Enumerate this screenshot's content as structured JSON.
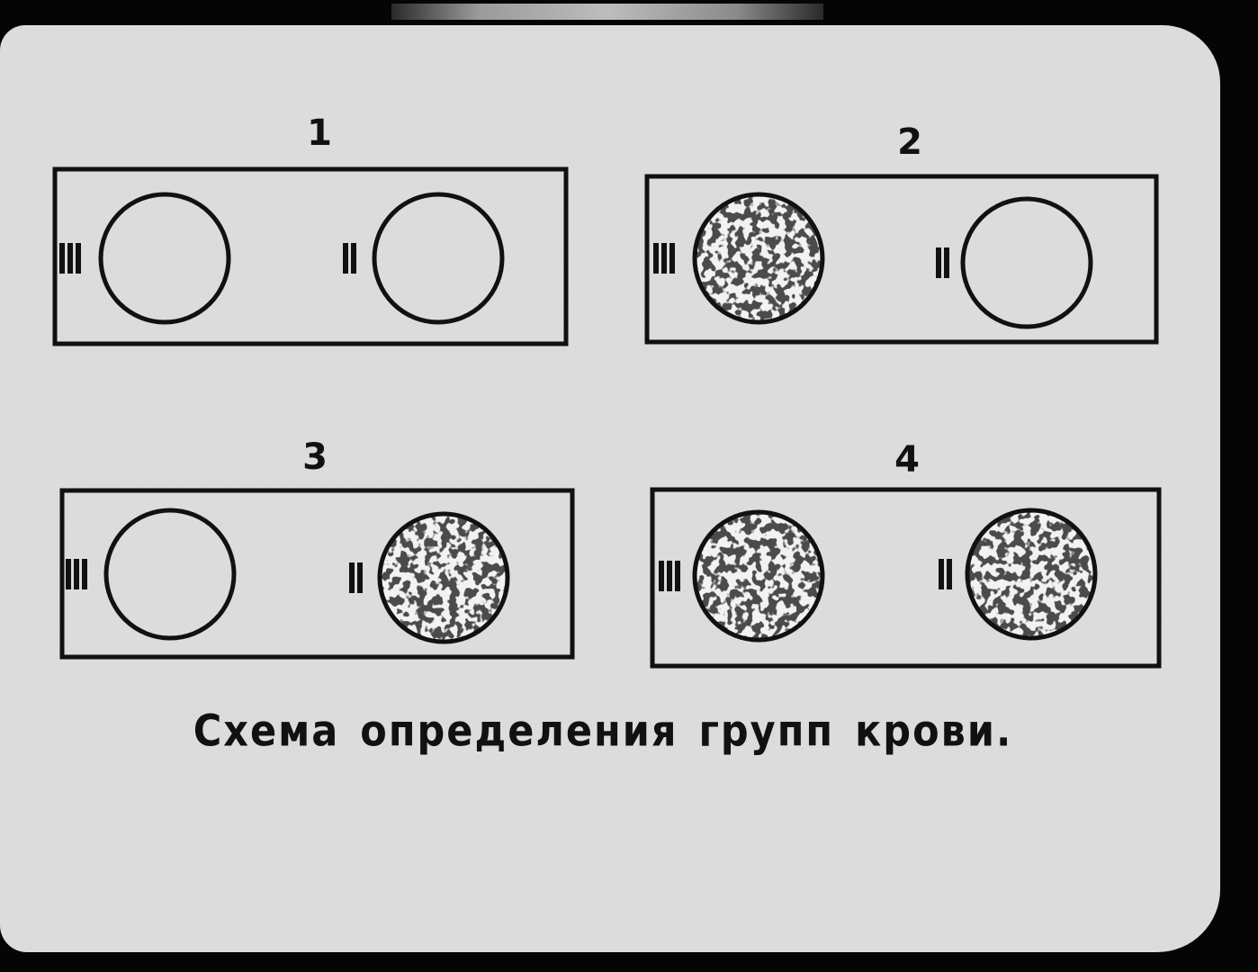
{
  "caption": "Схема определения групп крови.",
  "panels": [
    {
      "number": "1",
      "left_label": "III",
      "right_label": "II",
      "left_agglutinated": false,
      "right_agglutinated": false
    },
    {
      "number": "2",
      "left_label": "III",
      "right_label": "II",
      "left_agglutinated": true,
      "right_agglutinated": false
    },
    {
      "number": "3",
      "left_label": "III",
      "right_label": "II",
      "left_agglutinated": false,
      "right_agglutinated": true
    },
    {
      "number": "4",
      "left_label": "III",
      "right_label": "II",
      "left_agglutinated": true,
      "right_agglutinated": true
    }
  ],
  "colors": {
    "ink": "#111111",
    "paper": "#dedede",
    "border": "#050505"
  }
}
